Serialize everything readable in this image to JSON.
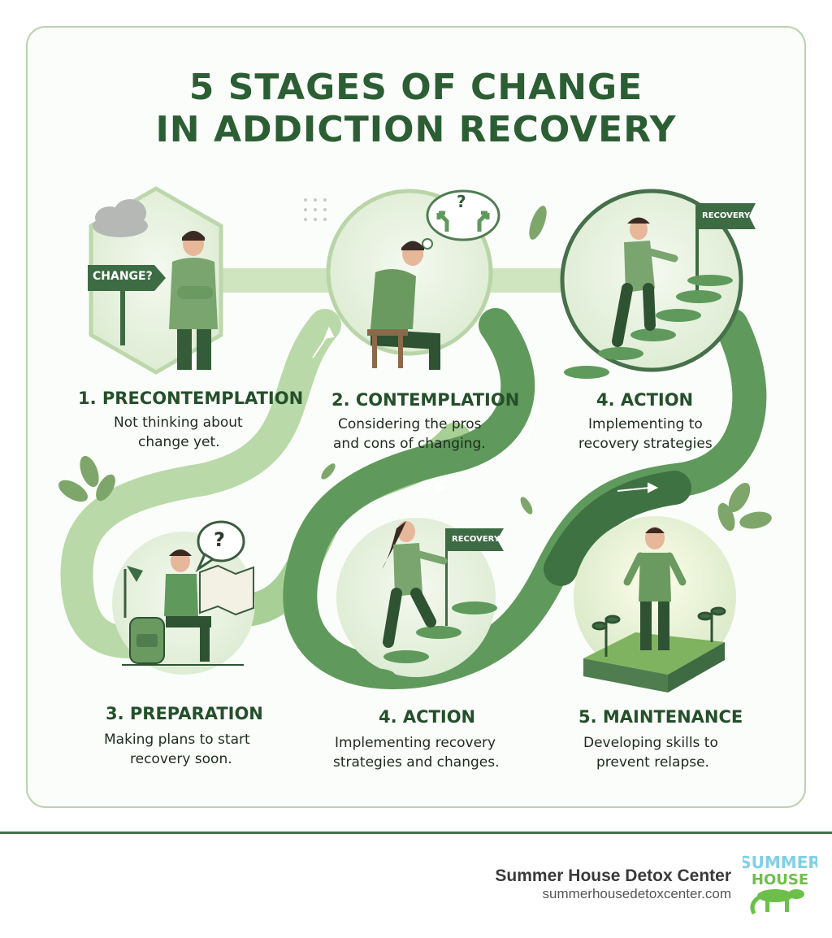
{
  "title": {
    "line1": "5 STAGES OF CHANGE",
    "line2": "IN ADDICTION RECOVERY"
  },
  "stages": [
    {
      "heading": "1. PRECONTEMPLATION",
      "desc1": "Not thinking about",
      "desc2": "change yet.",
      "sign": "CHANGE?"
    },
    {
      "heading": "2. CONTEMPLATION",
      "desc1": "Considering the pros",
      "desc2": "and cons of changing.",
      "bubble": "?"
    },
    {
      "heading": "4. ACTION",
      "desc1": "Implementing to",
      "desc2": "recovery strategies",
      "flag": "RECOVERY"
    },
    {
      "heading": "3. PREPARATION",
      "desc1": "Making plans to start",
      "desc2": "recovery soon.",
      "bubble": "?"
    },
    {
      "heading": "4. ACTION",
      "desc1": "Implementing recovery",
      "desc2": "strategies and changes.",
      "flag": "RECOVERY"
    },
    {
      "heading": "5. MAINTENANCE",
      "desc1": "Developing skills to",
      "desc2": "prevent relapse."
    }
  ],
  "footer": {
    "brand": "Summer House Detox Center",
    "url": "summerhousedetoxcenter.com",
    "logo_line1": "SUMMER",
    "logo_line2": "HOUSE"
  },
  "colors": {
    "dark_green": "#2c5e34",
    "mid_green": "#5f9a5c",
    "light_green": "#b9d9a8",
    "logo_green": "#6cc04a",
    "logo_blue": "#7fd0e6"
  }
}
